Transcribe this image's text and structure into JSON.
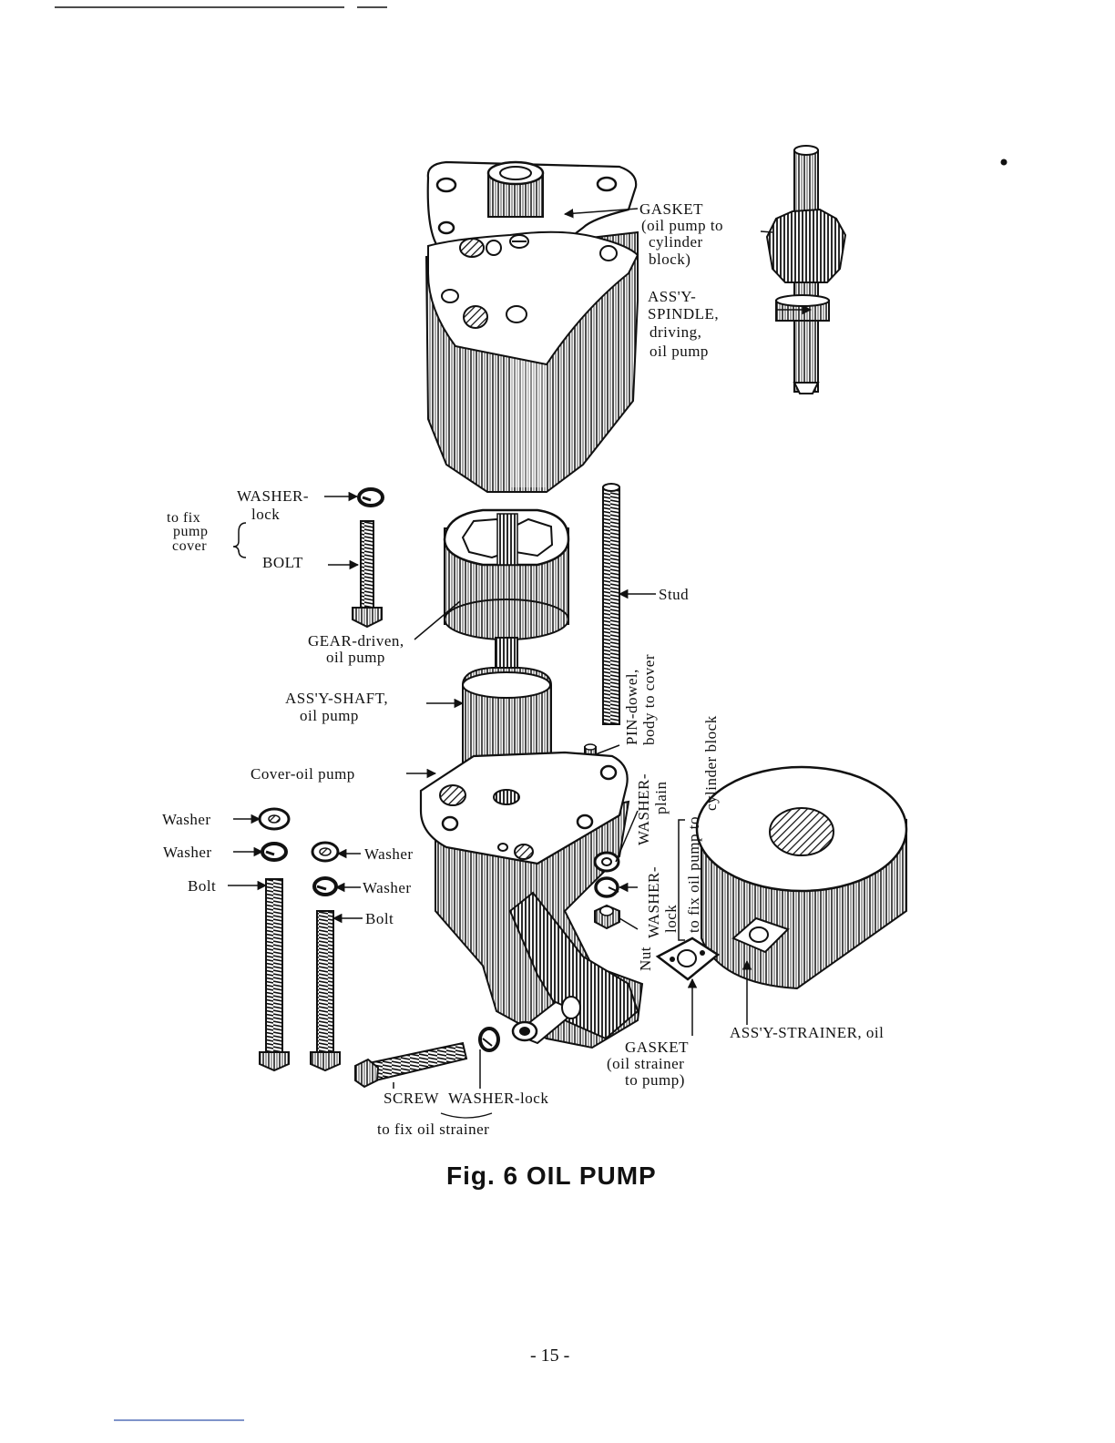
{
  "figure": {
    "caption": "Fig. 6 OIL PUMP",
    "page_number": "- 15 -"
  },
  "labels": {
    "gasket_top": [
      "GASKET",
      "(oil pump to",
      "cylinder",
      "block)"
    ],
    "spindle": [
      "ASS'Y-",
      "SPINDLE,",
      "driving,",
      "oil pump"
    ],
    "washer_lock_top": "WASHER-",
    "washer_lock_top_sub": "lock",
    "to_fix_pump_cover": [
      "to fix",
      "pump",
      "cover"
    ],
    "bolt_upper": "BOLT",
    "stud": "Stud",
    "gear_driven": [
      "GEAR-driven,",
      "oil pump"
    ],
    "shaft": [
      "ASS'Y-SHAFT,",
      "oil pump"
    ],
    "pin_dowel": [
      "PIN-dowel,",
      "body to cover"
    ],
    "cover": "Cover-oil pump",
    "washer_plain_v": [
      "WASHER-",
      "plain"
    ],
    "to_fix_oil_pump": [
      "to fix oil pump to",
      "cylinder block"
    ],
    "washer_lock_v": [
      "WASHER-",
      "lock"
    ],
    "nut": "Nut",
    "washer_l1": "Washer",
    "washer_l2": "Washer",
    "bolt_left": "Bolt",
    "washer_r1": "Washer",
    "washer_r2": "Washer",
    "bolt_right": "Bolt",
    "gasket_bottom": [
      "GASKET",
      "(oil strainer",
      "to pump)"
    ],
    "strainer": "ASS'Y-STRAINER, oil",
    "screw": "SCREW",
    "washer_lock_bottom": "WASHER-lock",
    "to_fix_oil_strainer": "to fix oil strainer"
  }
}
